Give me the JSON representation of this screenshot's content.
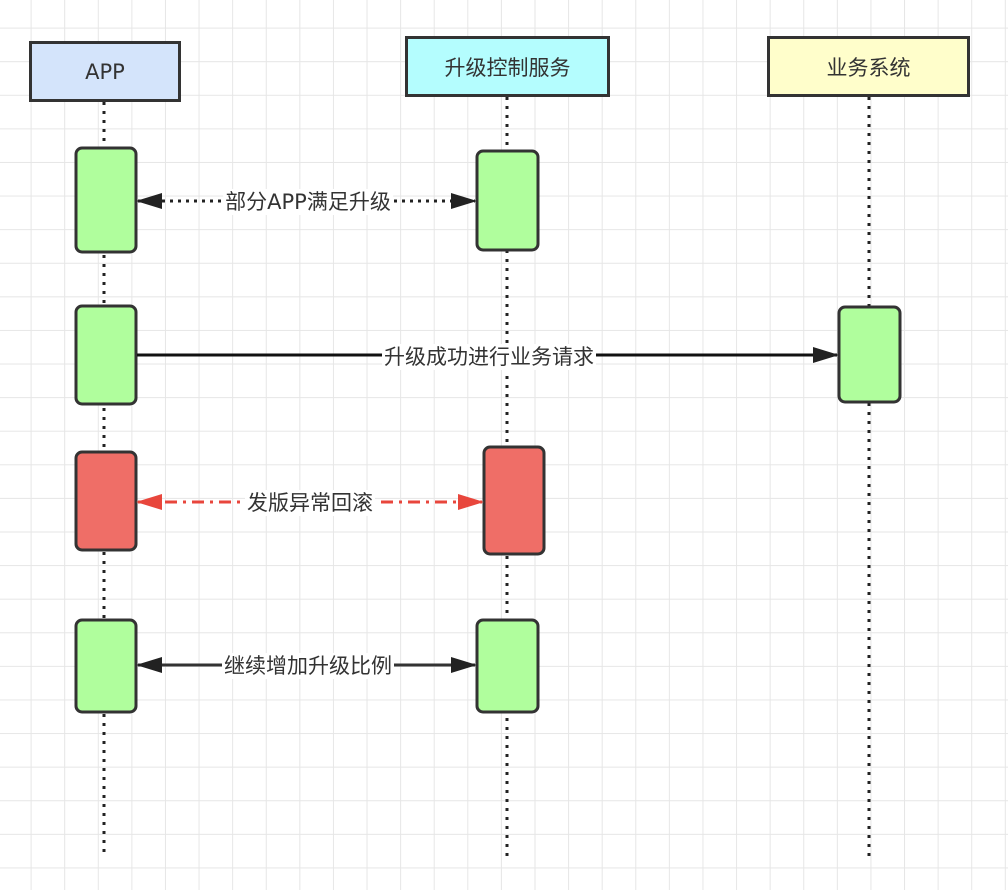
{
  "actors": [
    {
      "id": "app",
      "label": "APP",
      "fill": "#d4e4fb"
    },
    {
      "id": "upgrade",
      "label": "升级控制服务",
      "fill": "#b4fdfe"
    },
    {
      "id": "biz",
      "label": "业务系统",
      "fill": "#fffecb"
    }
  ],
  "messages": [
    {
      "label": "部分APP满足升级",
      "style": "dotted",
      "color": "#333333"
    },
    {
      "label": "升级成功进行业务请求",
      "style": "solid",
      "color": "#111111"
    },
    {
      "label": "发版异常回滚",
      "style": "dash-dot",
      "color": "#e8463c"
    },
    {
      "label": "继续增加升级比例",
      "style": "solid",
      "color": "#333333"
    }
  ],
  "colors": {
    "activation_green": "#b0fe9d",
    "activation_red": "#ef6e67",
    "border": "#333333"
  }
}
